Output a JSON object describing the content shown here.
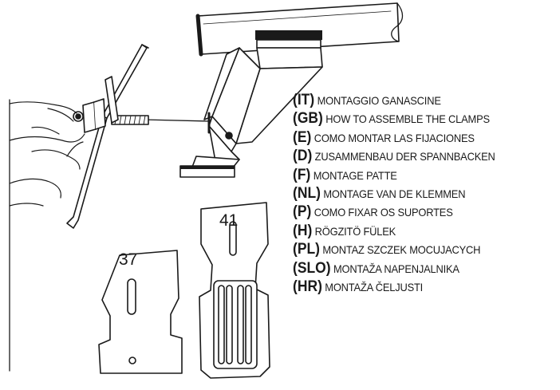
{
  "parts": {
    "left_number": "37",
    "right_number": "41"
  },
  "legend": {
    "items": [
      {
        "code": "(IT)",
        "text": "MONTAGGIO GANASCINE"
      },
      {
        "code": "(GB)",
        "text": "HOW TO ASSEMBLE THE CLAMPS"
      },
      {
        "code": "(E)",
        "text": "COMO MONTAR LAS FIJACIONES"
      },
      {
        "code": "(D)",
        "text": "ZUSAMMENBAU DER SPANNBACKEN"
      },
      {
        "code": "(F)",
        "text": "MONTAGE PATTE"
      },
      {
        "code": "(NL)",
        "text": "MONTAGE VAN DE KLEMMEN"
      },
      {
        "code": "(P)",
        "text": "COMO FIXAR OS SUPORTES"
      },
      {
        "code": "(H)",
        "text": "RÖGZITÖ FÜLEK"
      },
      {
        "code": "(PL)",
        "text": "MONTAZ SZCZEK MOCUJACYCH"
      },
      {
        "code": "(SLO)",
        "text": "MONTAŽA NAPENJALNIKA"
      },
      {
        "code": "(HR)",
        "text": "MONTAŽA ČELJUSTI"
      }
    ]
  },
  "colors": {
    "ink": "#1a1a1a",
    "paper": "#ffffff"
  }
}
